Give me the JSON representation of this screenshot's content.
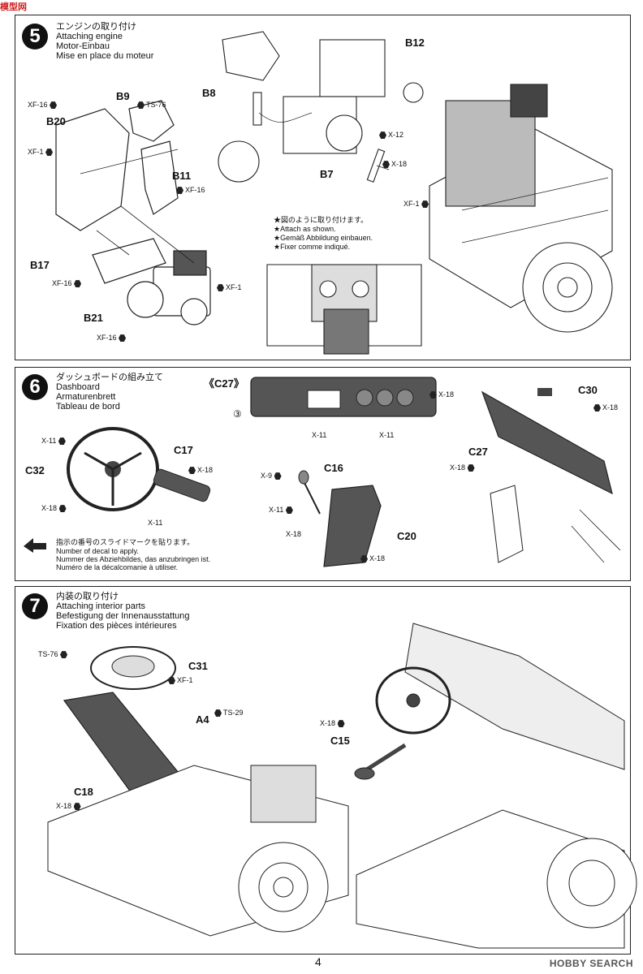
{
  "watermark_logo": "模型网",
  "watermark_bottom": "HOBBY SEARCH",
  "page_number": "4",
  "step5": {
    "number": "5",
    "title_jp": "エンジンの取り付け",
    "title_en": "Attaching engine",
    "title_de": "Motor-Einbau",
    "title_fr": "Mise en place du moteur",
    "parts": [
      "B9",
      "B20",
      "B11",
      "B17",
      "B21",
      "B8",
      "B12",
      "B7"
    ],
    "screws": [
      "XF-16",
      "TS-76",
      "XF-1",
      "XF-16",
      "XF-16",
      "XF-1",
      "XF-16",
      "X-12",
      "X-18",
      "XF-1"
    ],
    "note_jp": "★図のように取り付けます。",
    "note_en": "★Attach as shown.",
    "note_de": "★Gemäß Abbildung einbauen.",
    "note_fr": "★Fixer comme indiqué."
  },
  "step6": {
    "number": "6",
    "title_jp": "ダッシュボードの組み立て",
    "title_en": "Dashboard",
    "title_de": "Armaturenbrett",
    "title_fr": "Tableau de bord",
    "parts": [
      "《C27》",
      "C17",
      "C32",
      "C16",
      "C20",
      "C30",
      "C27"
    ],
    "screws": [
      "X-18",
      "X-11",
      "X-11",
      "X-11",
      "X-18",
      "X-18",
      "X-11",
      "X-9",
      "X-11",
      "X-18",
      "X-18",
      "X-18",
      "X-18"
    ],
    "decal_num": "③",
    "decal_jp": "指示の番号のスライドマークを貼ります。",
    "decal_en": "Number of decal to apply.",
    "decal_de": "Nummer des Abziehbildes, das anzubringen ist.",
    "decal_fr": "Numéro de la décalcomanie à utiliser."
  },
  "step7": {
    "number": "7",
    "title_jp": "内装の取り付け",
    "title_en": "Attaching interior parts",
    "title_de": "Befestigung der Innenausstattung",
    "title_fr": "Fixation des pièces intérieures",
    "parts": [
      "C31",
      "A4",
      "C18",
      "C15"
    ],
    "screws": [
      "TS-76",
      "XF-1",
      "TS-29",
      "X-18",
      "X-18"
    ]
  }
}
